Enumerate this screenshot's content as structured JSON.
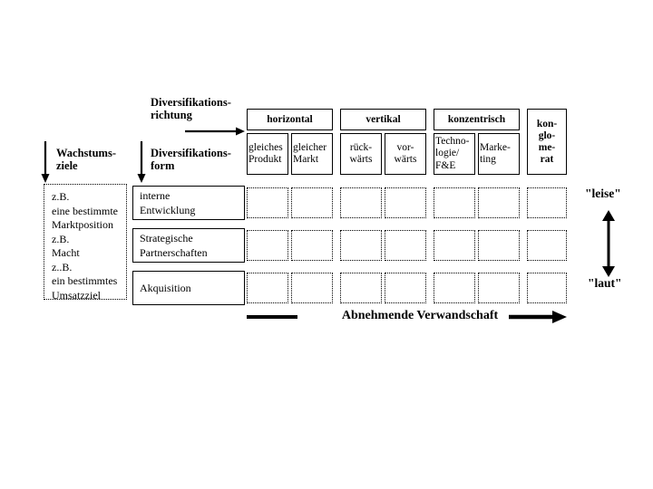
{
  "diagram": {
    "title_axis_label": "Diversifikations-\nrichtung",
    "form_axis_label": "Diversifikations-\nform",
    "goal_axis_label": "Wachstums-\nziele",
    "icons": {
      "goal_arrow": "arrow-down-icon",
      "form_arrow": "arrow-down-icon",
      "direction_arrow": "arrow-right-icon",
      "volume_arrow": "double-arrow-vertical-icon",
      "relation_bar": "line-segment-icon",
      "relation_arrow": "arrow-right-icon"
    },
    "growth_goals_text": "z.B.\neine bestimmte\nMarktposition\nz.B.\nMacht\nz..B.\nein bestimmtes\nUmsatzziel",
    "direction_groups": [
      {
        "label": "horizontal",
        "subs": [
          "gleiches\nProdukt",
          "gleicher\nMarkt"
        ]
      },
      {
        "label": "vertikal",
        "subs": [
          "rück-\nwärts",
          "vor-\nwärts"
        ]
      },
      {
        "label": "konzentrisch",
        "subs": [
          "Techno-\nlogie/\nF&E",
          "Marke-\nting"
        ]
      }
    ],
    "conglomerate_label": "kon-\nglo-\nme-\nrat",
    "forms": [
      "interne\nEntwicklung",
      "Strategische\nPartnerschaften",
      "Akquisition"
    ],
    "grid": {
      "rows": 3,
      "columns": 7,
      "cells": [
        [
          "",
          "",
          "",
          "",
          "",
          "",
          ""
        ],
        [
          "",
          "",
          "",
          "",
          "",
          "",
          ""
        ],
        [
          "",
          "",
          "",
          "",
          "",
          "",
          ""
        ]
      ]
    },
    "volume_scale": {
      "top_label": "\"leise\"",
      "bottom_label": "\"laut\""
    },
    "bottom_axis_label": "Abnehmende Verwandschaft",
    "colors": {
      "stroke": "#000000",
      "background": "#ffffff"
    }
  }
}
